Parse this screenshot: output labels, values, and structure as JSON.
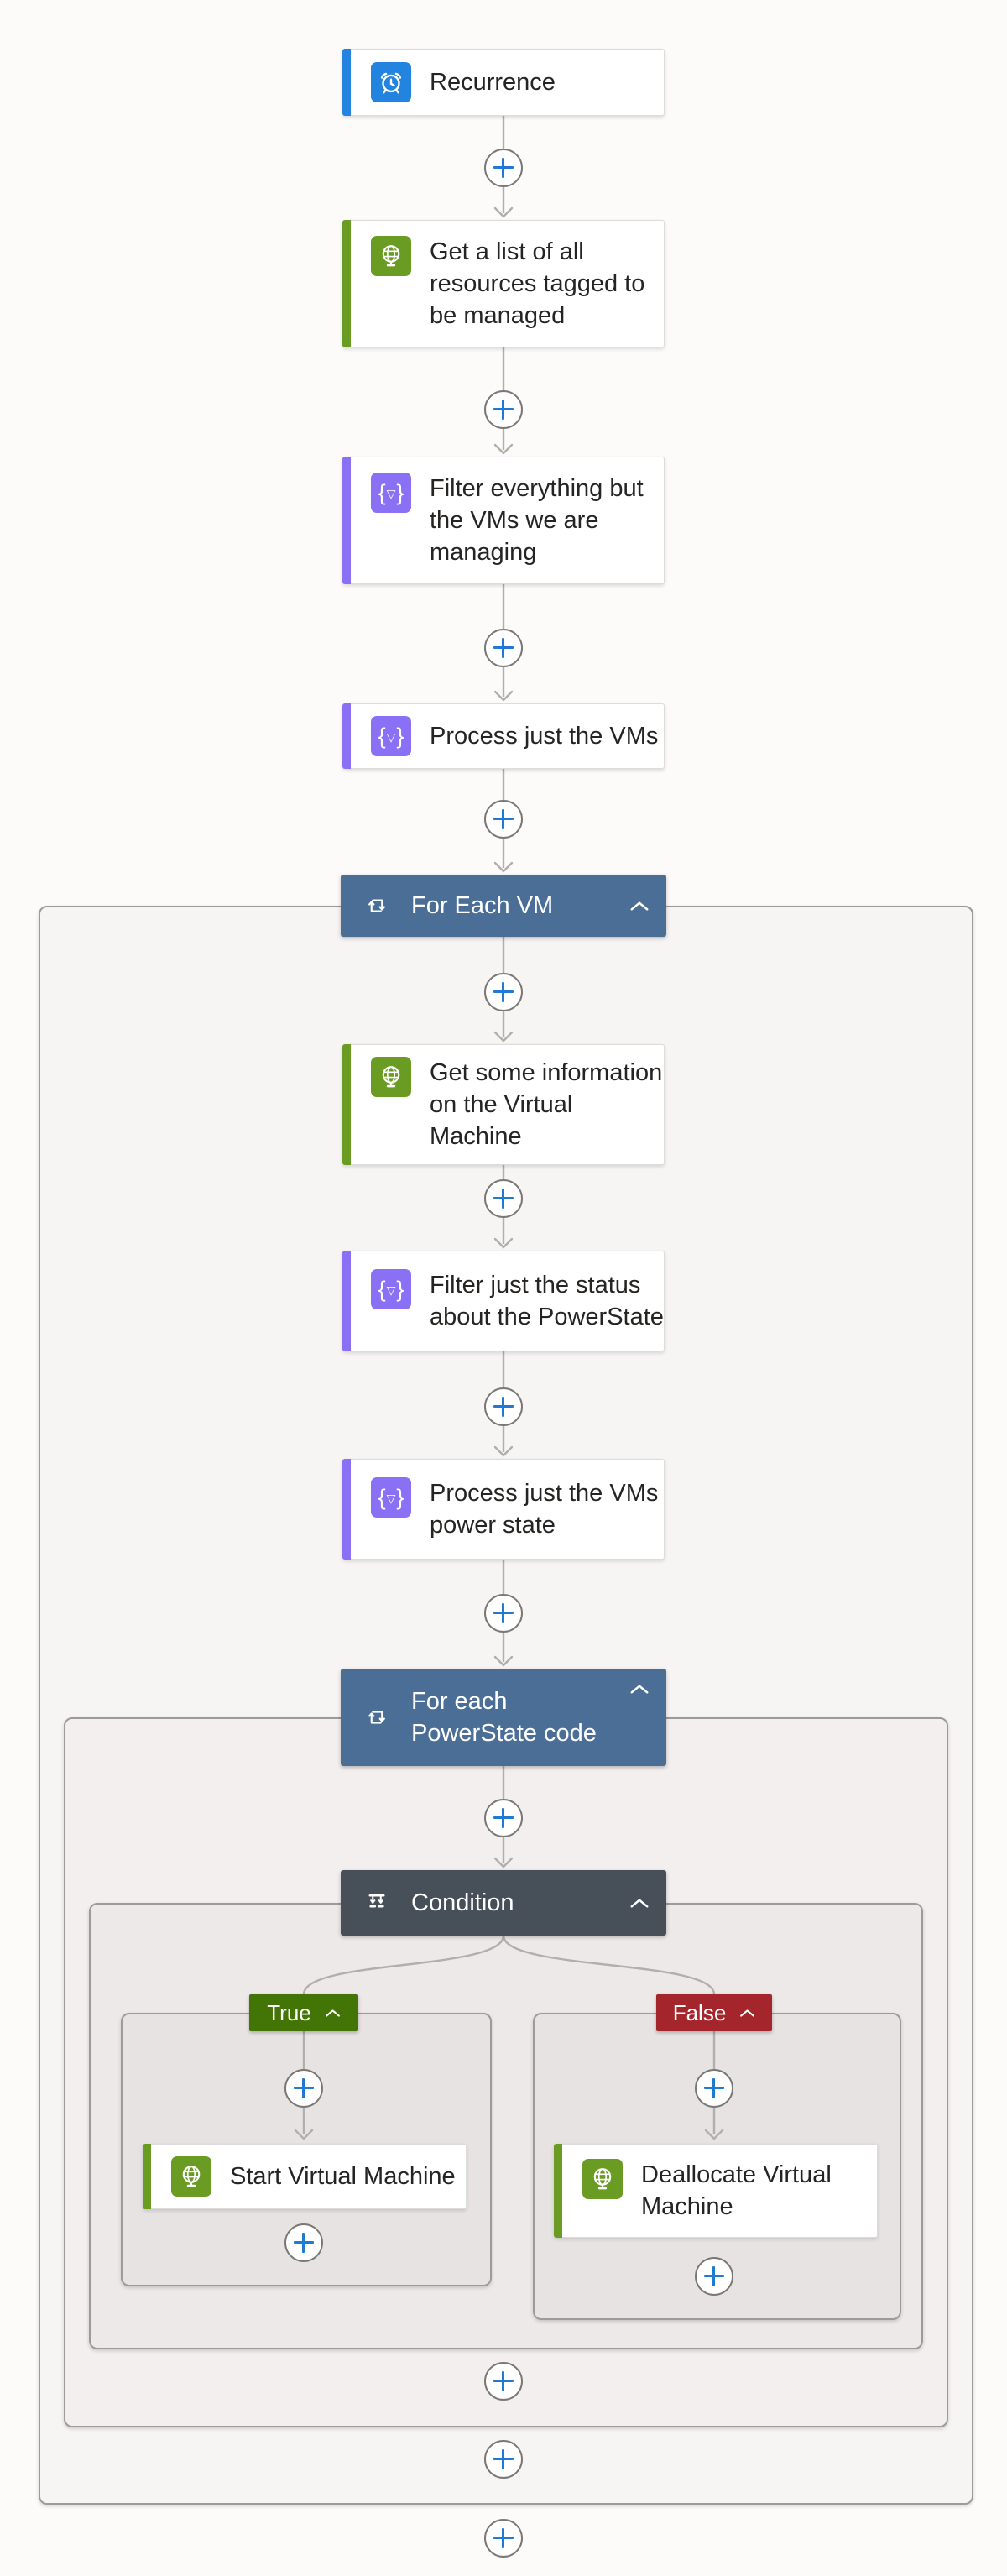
{
  "colors": {
    "canvas_bg": "#fcfbfa",
    "card_bg": "#ffffff",
    "card_border": "#dedcda",
    "scope_border": "#9d9b98",
    "connector": "#b1afac",
    "plus_icon": "#1f7ad4",
    "trigger_accent": "#2384e0",
    "http_accent": "#6a9b23",
    "query_accent": "#8a70f5",
    "foreach_header_bg": "#4a6e96",
    "condition_header_bg": "#474f59",
    "true_badge_bg": "#427505",
    "false_badge_bg": "#a4262c"
  },
  "nodes": {
    "recurrence": {
      "label": "Recurrence",
      "icon": "alarm-clock-icon",
      "type": "trigger"
    },
    "get_resources": {
      "label": "Get a list of all resources tagged to be managed",
      "icon": "http-globe-icon",
      "type": "action"
    },
    "filter_vms": {
      "label": "Filter everything but the VMs we are managing",
      "icon": "query-filter-icon",
      "type": "action"
    },
    "process_vms": {
      "label": "Process just the VMs",
      "icon": "query-filter-icon",
      "type": "action"
    },
    "foreach_vm": {
      "label": "For Each VM",
      "icon": "loop-icon",
      "type": "foreach-scope"
    },
    "get_vm_info": {
      "label": "Get some information on the Virtual Machine",
      "icon": "http-globe-icon",
      "type": "action"
    },
    "filter_powerstate": {
      "label": "Filter just the status about the PowerState",
      "icon": "query-filter-icon",
      "type": "action"
    },
    "process_powerstate": {
      "label": "Process just the VMs power state",
      "icon": "query-filter-icon",
      "type": "action"
    },
    "foreach_powerstate": {
      "label": "For each PowerState code",
      "icon": "loop-icon",
      "type": "foreach-scope"
    },
    "condition": {
      "label": "Condition",
      "icon": "condition-branch-icon",
      "type": "condition-scope"
    },
    "true_branch": {
      "label": "True",
      "icon": "chevron-up-icon"
    },
    "start_vm": {
      "label": "Start Virtual Machine",
      "icon": "http-globe-icon",
      "type": "action"
    },
    "false_branch": {
      "label": "False",
      "icon": "chevron-up-icon"
    },
    "deallocate_vm": {
      "label": "Deallocate Virtual Machine",
      "icon": "http-globe-icon",
      "type": "action"
    }
  }
}
